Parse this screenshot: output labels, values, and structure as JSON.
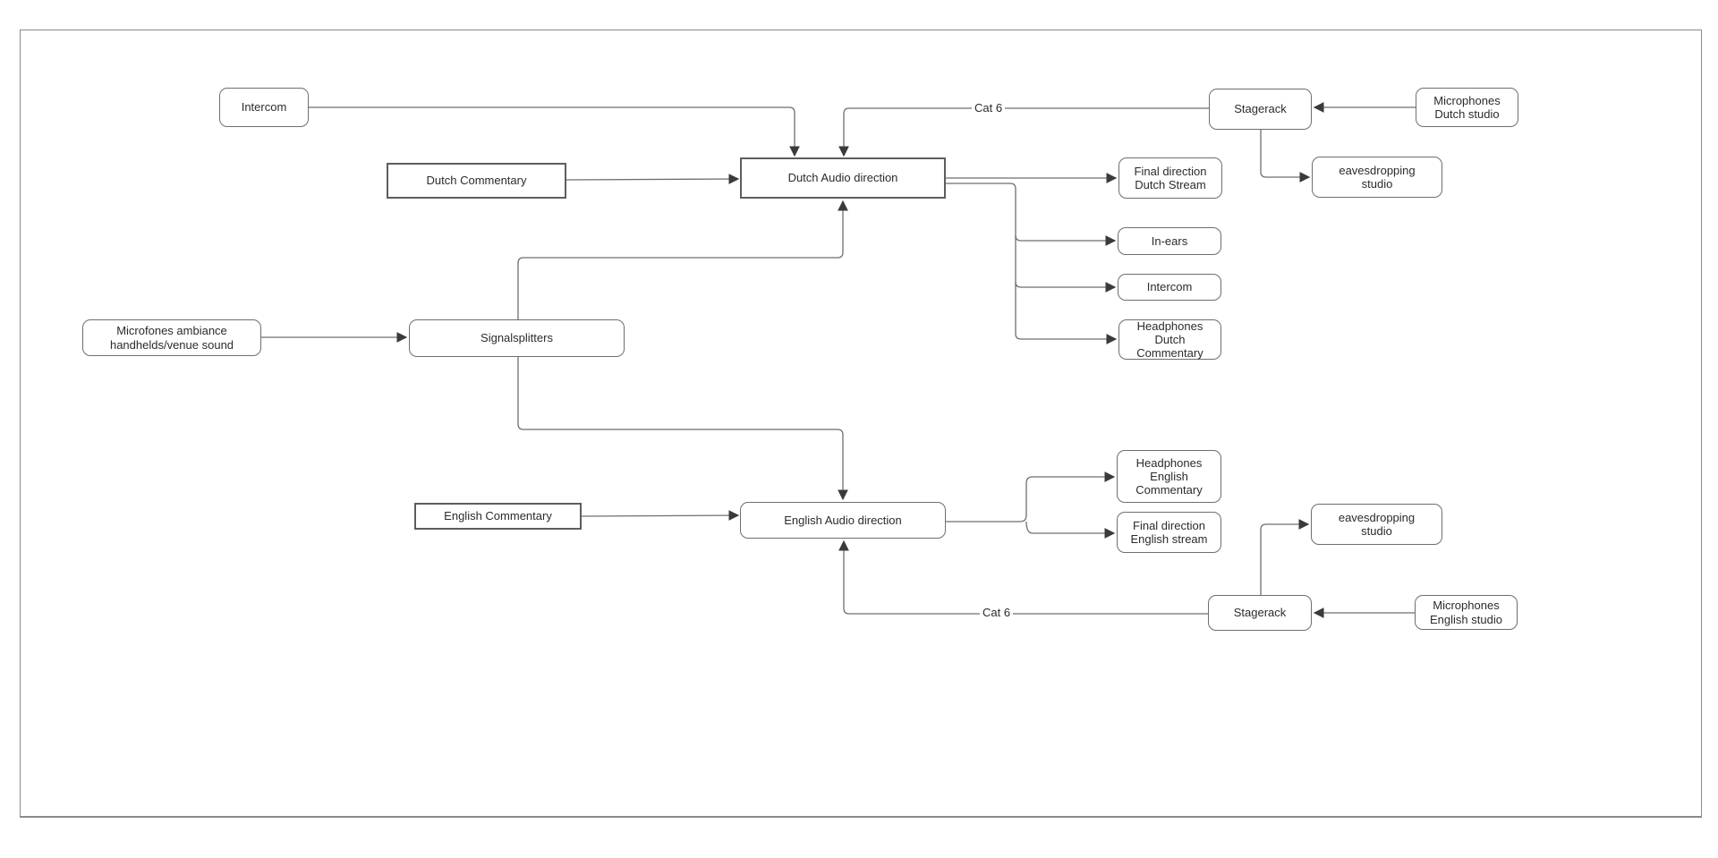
{
  "diagram": {
    "type": "flowchart",
    "description": "Audio signal flow for Dutch and English commentary streams"
  },
  "colors": {
    "background": "#ffffff",
    "box_fill": "#ffffff",
    "box_border": "#6e6e6e",
    "sharp_box_border": "#5d5d5d",
    "line": "#6e6e6e",
    "arrowhead": "#3a3a3a",
    "text": "#2b2b2b",
    "frame": "#8a8a8a"
  },
  "nodes": {
    "intercom_left": {
      "label": "Intercom"
    },
    "dutch_commentary": {
      "label": "Dutch Commentary"
    },
    "dutch_audio_direction": {
      "label": "Dutch Audio direction"
    },
    "stagerack_top": {
      "label": "Stagerack"
    },
    "microphones_dutch_studio": {
      "label": "Microphones\nDutch studio"
    },
    "eavesdropping_studio_top": {
      "label": "eavesdropping\nstudio"
    },
    "final_direction_dutch_stream": {
      "label": "Final direction\nDutch Stream"
    },
    "in_ears": {
      "label": "In-ears"
    },
    "intercom_right": {
      "label": "Intercom"
    },
    "headphones_dutch_commentary": {
      "label": "Headphones\nDutch\nCommentary"
    },
    "microfones_ambiance": {
      "label": "Microfones ambiance\nhandhelds/venue sound"
    },
    "signalsplitters": {
      "label": "Signalsplitters"
    },
    "english_commentary": {
      "label": "English Commentary"
    },
    "english_audio_direction": {
      "label": "English Audio direction"
    },
    "headphones_english_commentary": {
      "label": "Headphones\nEnglish\nCommentary"
    },
    "final_direction_english_stream": {
      "label": "Final direction\nEnglish stream"
    },
    "eavesdropping_studio_bottom": {
      "label": "eavesdropping\nstudio"
    },
    "stagerack_bottom": {
      "label": "Stagerack"
    },
    "microphones_english_studio": {
      "label": "Microphones\nEnglish studio"
    }
  },
  "edge_labels": {
    "cat6_top": "Cat 6",
    "cat6_bottom": "Cat 6"
  },
  "edges": [
    {
      "from": "Intercom",
      "to": "Dutch Audio direction"
    },
    {
      "from": "Stagerack (top)",
      "to": "Dutch Audio direction",
      "label": "Cat 6"
    },
    {
      "from": "Dutch Commentary",
      "to": "Dutch Audio direction"
    },
    {
      "from": "Microphones Dutch studio",
      "to": "Stagerack (top)"
    },
    {
      "from": "Stagerack (top)",
      "to": "eavesdropping studio (top)"
    },
    {
      "from": "Dutch Audio direction",
      "to": "Final direction Dutch Stream"
    },
    {
      "from": "Dutch Audio direction",
      "to": "In-ears"
    },
    {
      "from": "Dutch Audio direction",
      "to": "Intercom (output)"
    },
    {
      "from": "Dutch Audio direction",
      "to": "Headphones Dutch Commentary"
    },
    {
      "from": "Microfones ambiance handhelds/venue sound",
      "to": "Signalsplitters"
    },
    {
      "from": "Signalsplitters",
      "to": "Dutch Audio direction"
    },
    {
      "from": "Signalsplitters",
      "to": "English Audio direction"
    },
    {
      "from": "English Commentary",
      "to": "English Audio direction"
    },
    {
      "from": "English Audio direction",
      "to": "Headphones English Commentary"
    },
    {
      "from": "English Audio direction",
      "to": "Final direction English stream"
    },
    {
      "from": "Stagerack (bottom)",
      "to": "English Audio direction",
      "label": "Cat 6"
    },
    {
      "from": "Microphones English studio",
      "to": "Stagerack (bottom)"
    },
    {
      "from": "Stagerack (bottom)",
      "to": "eavesdropping studio (bottom)"
    }
  ]
}
